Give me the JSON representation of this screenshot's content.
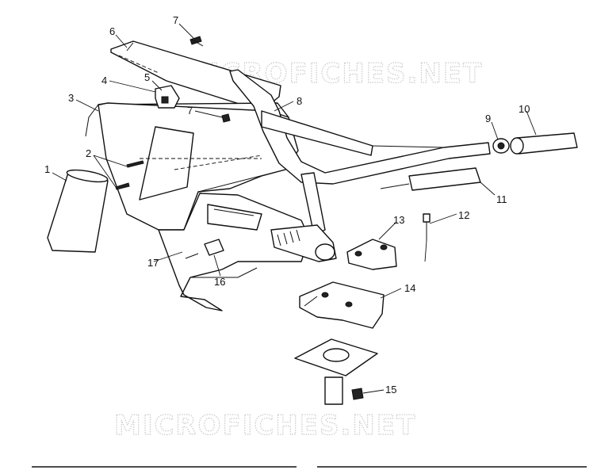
{
  "watermark": {
    "top": "MICROFICHES.NET",
    "bottom": "MICROFICHES.NET"
  },
  "callouts": {
    "c1": "1",
    "c2": "2",
    "c3": "3",
    "c4": "4",
    "c5": "5",
    "c6": "6",
    "c7a": "7",
    "c7b": "7",
    "c8": "8",
    "c9": "9",
    "c10": "10",
    "c11": "11",
    "c12": "12",
    "c13": "13",
    "c14": "14",
    "c15": "15",
    "c16": "16",
    "c17": "17"
  }
}
